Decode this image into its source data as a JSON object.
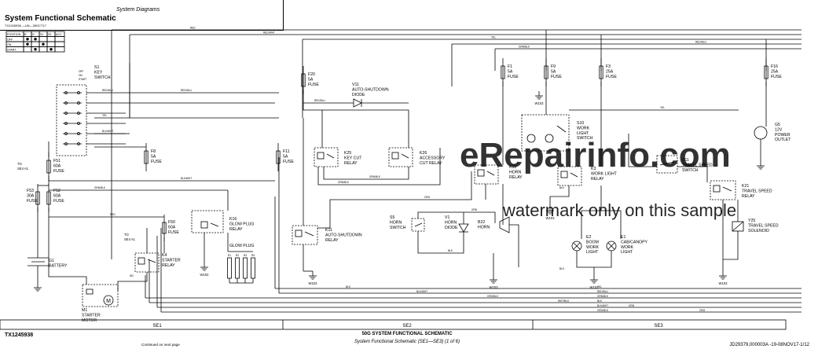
{
  "header": {
    "section": "System Diagrams",
    "title": "System Functional Schematic",
    "reference": "TX1245938 —UN—28OCT17"
  },
  "key_switch_table": {
    "columns": [
      "POSITION",
      "B",
      "G",
      "S1",
      "S2",
      "ACC"
    ],
    "rows": [
      "OFF",
      "ON",
      "START"
    ]
  },
  "components": {
    "S1": [
      "S1",
      "KEY",
      "SWITCH"
    ],
    "F51": [
      "F51",
      "60A",
      "FUSE"
    ],
    "F53": [
      "F53",
      "30A",
      "FUSE"
    ],
    "F52": [
      "F52",
      "60A",
      "FUSE"
    ],
    "F8": [
      "F8",
      "5A",
      "FUSE"
    ],
    "F50": [
      "F50",
      "60A",
      "FUSE"
    ],
    "K16": [
      "K16",
      "GLOW PLUG",
      "RELAY"
    ],
    "GP": [
      "GLOW PLUG"
    ],
    "K4": [
      "K4",
      "STARTER",
      "RELAY"
    ],
    "G1": [
      "G1",
      "BATTERY"
    ],
    "M1": [
      "M1",
      "STARTER",
      "MOTOR"
    ],
    "F20": [
      "F20",
      "5A",
      "FUSE"
    ],
    "F11": [
      "F11",
      "5A",
      "FUSE"
    ],
    "V11": [
      "V11",
      "AUTO-SHUTDOWN",
      "DIODE"
    ],
    "K25": [
      "K25",
      "KEY CUT",
      "RELAY"
    ],
    "K26": [
      "K26",
      "ACCESSORY",
      "CUT RELAY"
    ],
    "K11": [
      "K11",
      "AUTO-SHUTDOWN",
      "RELAY"
    ],
    "S5": [
      "S5",
      "HORN",
      "SWITCH"
    ],
    "V1": [
      "V1",
      "HORN",
      "DIODE"
    ],
    "B22": [
      "B22",
      "HORN"
    ],
    "F1": [
      "F1",
      "5A",
      "FUSE"
    ],
    "F9": [
      "F9",
      "5A",
      "FUSE"
    ],
    "F3": [
      "F3",
      "25A",
      "FUSE"
    ],
    "K10": [
      "K10",
      "HORN",
      "RELAY"
    ],
    "S10": [
      "S10",
      "WORK",
      "LIGHT",
      "SWITCH"
    ],
    "K3": [
      "K3",
      "WORK LIGHT",
      "RELAY"
    ],
    "E2": [
      "E2",
      "BOOM",
      "WORK",
      "LIGHT"
    ],
    "E1": [
      "E1",
      "CAB/CANOPY",
      "WORK",
      "LIGHT"
    ],
    "S11": [
      "S11",
      "TRAVEL SPEED",
      "SWITCH"
    ],
    "F16": [
      "F16",
      "25A",
      "FUSE"
    ],
    "G5": [
      "G5",
      "12V",
      "POWER",
      "OUTLET"
    ],
    "K21": [
      "K21",
      "TRAVEL SPEED",
      "RELAY"
    ],
    "Y25": [
      "Y25",
      "TRAVEL SPEED",
      "SOLENOID"
    ]
  },
  "grounds": [
    "W102",
    "W103",
    "W103",
    "W103",
    "W103",
    "W103",
    "W103"
  ],
  "connectors": [
    "TO",
    "SE4 A1",
    "TO",
    "SE4 A1"
  ],
  "wire_labels": [
    "RED",
    "RED/WHT",
    "YEL",
    "RED/BLU",
    "GRN/BLK",
    "BLK",
    "BLK/WHT",
    "ORG/BLK",
    "WHT/BLK",
    "GRN",
    "ORG",
    "RED/BLK"
  ],
  "sections": [
    "SE1",
    "SE2",
    "SE3"
  ],
  "footer": {
    "figure_id": "TX1245938",
    "schematic_title": "50G SYSTEM FUNCTIONAL SCHEMATIC",
    "caption": "System Functional Schematic (SE1—SE3) (1 of 6)",
    "continued": "Continued on next page",
    "doc_ref": "JD29379,000003A -19-08NOV17-1/12"
  },
  "watermark": {
    "logo": "eRepairinfo.com",
    "notice": "watermark only on this sample"
  }
}
